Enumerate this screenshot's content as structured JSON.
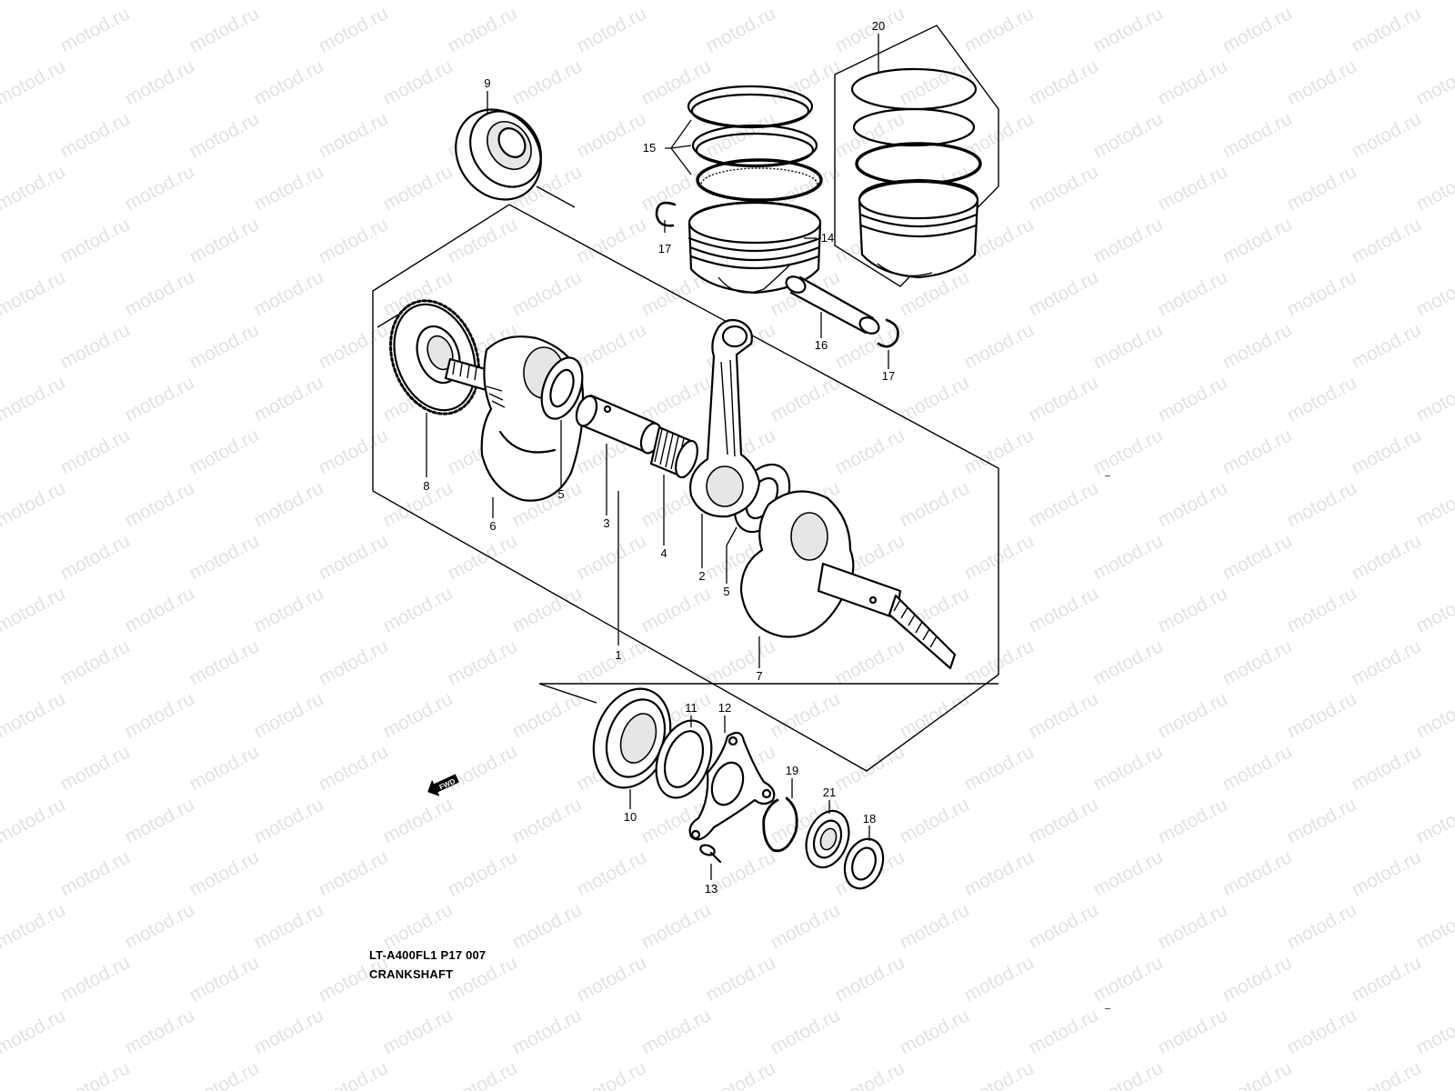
{
  "watermark": "motod.ru",
  "diagram": {
    "callouts": [
      {
        "id": "c1",
        "text": "1"
      },
      {
        "id": "c2",
        "text": "2"
      },
      {
        "id": "c3",
        "text": "3"
      },
      {
        "id": "c4",
        "text": "4"
      },
      {
        "id": "c5a",
        "text": "5"
      },
      {
        "id": "c5b",
        "text": "5"
      },
      {
        "id": "c6",
        "text": "6"
      },
      {
        "id": "c7",
        "text": "7"
      },
      {
        "id": "c8",
        "text": "8"
      },
      {
        "id": "c9",
        "text": "9"
      },
      {
        "id": "c10",
        "text": "10"
      },
      {
        "id": "c11",
        "text": "11"
      },
      {
        "id": "c12",
        "text": "12"
      },
      {
        "id": "c13",
        "text": "13"
      },
      {
        "id": "c14",
        "text": "14"
      },
      {
        "id": "c15",
        "text": "15"
      },
      {
        "id": "c16",
        "text": "16"
      },
      {
        "id": "c17a",
        "text": "17"
      },
      {
        "id": "c17b",
        "text": "17"
      },
      {
        "id": "c18",
        "text": "18"
      },
      {
        "id": "c19",
        "text": "19"
      },
      {
        "id": "c20",
        "text": "20"
      },
      {
        "id": "c21",
        "text": "21"
      }
    ],
    "direction_badge": "FWD"
  },
  "title_block": {
    "code": "LT-A400FL1 P17  007",
    "name": "CRANKSHAFT"
  }
}
